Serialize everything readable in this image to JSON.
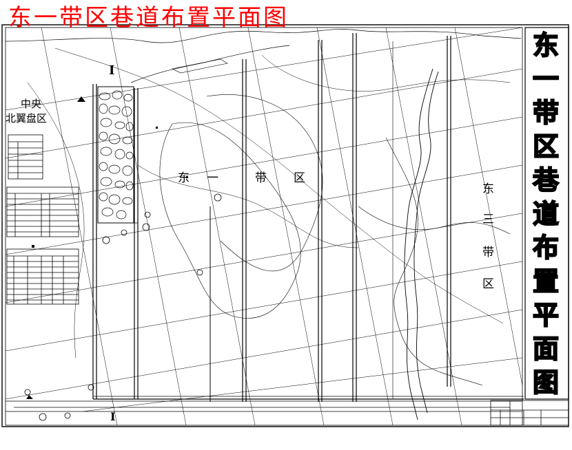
{
  "title": "东一带区巷道布置平面图",
  "side_title_chars": [
    "东",
    "一",
    "带",
    "区",
    "巷",
    "道",
    "布",
    "置",
    "平",
    "面",
    "图"
  ],
  "labels": {
    "adjacent_area_line1": "中央",
    "adjacent_area_line2": "北翼盘区",
    "district_1": "东",
    "district_2": "一",
    "district_3": "带",
    "district_4": "区",
    "east3_1": "东",
    "east3_2": "三",
    "east3_3": "带",
    "east3_4": "区",
    "section_mark_top": "I",
    "section_mark_bottom": "I"
  },
  "colors": {
    "title": "#ff0000",
    "lines": "#000000",
    "background": "#ffffff"
  }
}
